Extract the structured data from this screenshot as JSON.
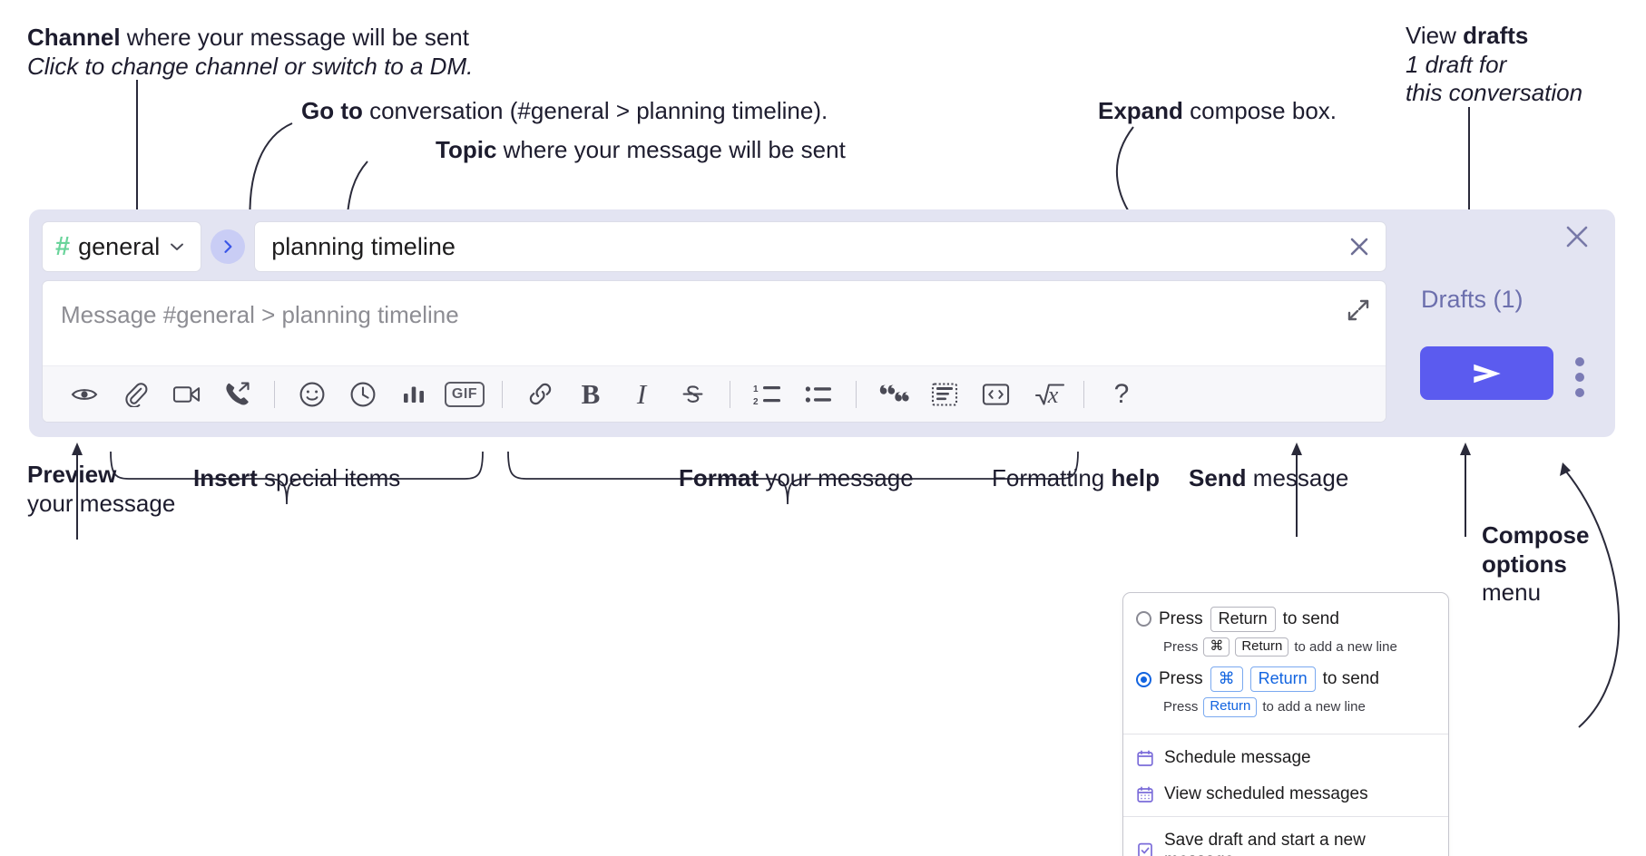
{
  "annotations": {
    "channel": {
      "line1_bold": "Channel",
      "line1_rest": " where your message will be sent",
      "line2_italic": "Click to change channel or switch to a DM."
    },
    "goto": {
      "bold": "Go to",
      "rest": " conversation (#general > planning timeline)."
    },
    "topic": {
      "bold": "Topic",
      "rest": " where your message will be sent"
    },
    "expand": {
      "bold": "Expand",
      "rest": " compose box."
    },
    "drafts": {
      "line1_rest": "View ",
      "line1_bold": "drafts",
      "line2_italic": "1 draft for",
      "line3_italic": "this conversation"
    },
    "preview": {
      "line1_bold": "Preview",
      "line2": "your message"
    },
    "insert": {
      "bold": "Insert",
      "rest": " special items"
    },
    "format": {
      "bold": "Format",
      "rest": " your message"
    },
    "formatting_help": {
      "rest": "Formatting ",
      "bold": "help"
    },
    "send": {
      "bold": "Send",
      "rest": " message"
    },
    "compose_options": {
      "line1_bold": "Compose",
      "line2_bold": "options",
      "line3": "menu"
    }
  },
  "compose": {
    "channel": {
      "hash": "#",
      "name": "general",
      "chevron_icon": "chevron-down-icon"
    },
    "goto_icon": "chevron-right-icon",
    "topic": {
      "value": "planning timeline",
      "clear_icon": "close-icon"
    },
    "message": {
      "placeholder": "Message #general > planning timeline",
      "expand_icon": "expand-arrows-icon"
    },
    "toolbar": {
      "insert_items": [
        {
          "name": "preview-icon",
          "label": "Preview"
        },
        {
          "name": "attachment-icon",
          "label": "Attach file"
        },
        {
          "name": "video-icon",
          "label": "Record video clip"
        },
        {
          "name": "audio-call-icon",
          "label": "Record audio clip"
        }
      ],
      "special_items": [
        {
          "name": "emoji-icon",
          "label": "Emoji"
        },
        {
          "name": "clock-icon",
          "label": "Schedule"
        },
        {
          "name": "poll-icon",
          "label": "Poll"
        },
        {
          "name": "gif-icon",
          "label": "GIF"
        }
      ],
      "format_items": [
        {
          "name": "link-icon",
          "label": "Link"
        },
        {
          "name": "bold-icon",
          "label": "B"
        },
        {
          "name": "italic-icon",
          "label": "I"
        },
        {
          "name": "strikethrough-icon",
          "label": "S"
        }
      ],
      "list_items": [
        {
          "name": "ordered-list-icon",
          "label": "Ordered list"
        },
        {
          "name": "bulleted-list-icon",
          "label": "Bulleted list"
        }
      ],
      "block_items": [
        {
          "name": "blockquote-icon",
          "label": "Blockquote"
        },
        {
          "name": "code-block-icon",
          "label": "Code block"
        },
        {
          "name": "code-icon",
          "label": "Code"
        },
        {
          "name": "math-icon",
          "label": "Math"
        }
      ],
      "help_label": "?",
      "gif_label": "GIF",
      "bold_label": "B",
      "italic_label": "I"
    },
    "right": {
      "close_icon": "close-icon",
      "drafts_label": "Drafts (1)",
      "send_icon": "send-paper-plane-icon",
      "kebab_icon": "vertical-ellipsis-icon"
    }
  },
  "menu": {
    "option1": {
      "selected": false,
      "press": "Press",
      "key": "Return",
      "tail": "to send",
      "sub_press": "Press",
      "sub_key1": "⌘",
      "sub_key2": "Return",
      "sub_tail": "to add a new line"
    },
    "option2": {
      "selected": true,
      "press": "Press",
      "key1": "⌘",
      "key2": "Return",
      "tail": "to send",
      "sub_press": "Press",
      "sub_key": "Return",
      "sub_tail": "to add a new line"
    },
    "rows": [
      {
        "icon": "calendar-icon",
        "label": "Schedule message"
      },
      {
        "icon": "calendar-grid-icon",
        "label": "View scheduled messages"
      },
      {
        "icon": "save-draft-icon",
        "label": "Save draft and start a new message"
      }
    ]
  },
  "colors": {
    "compose_bg": "#e3e4f2",
    "send_btn": "#5b5bef",
    "hash_green": "#6ad49b",
    "drafts_text": "#6c6fad",
    "accent_blue": "#1264e0",
    "menu_icon": "#7b6cd9"
  }
}
